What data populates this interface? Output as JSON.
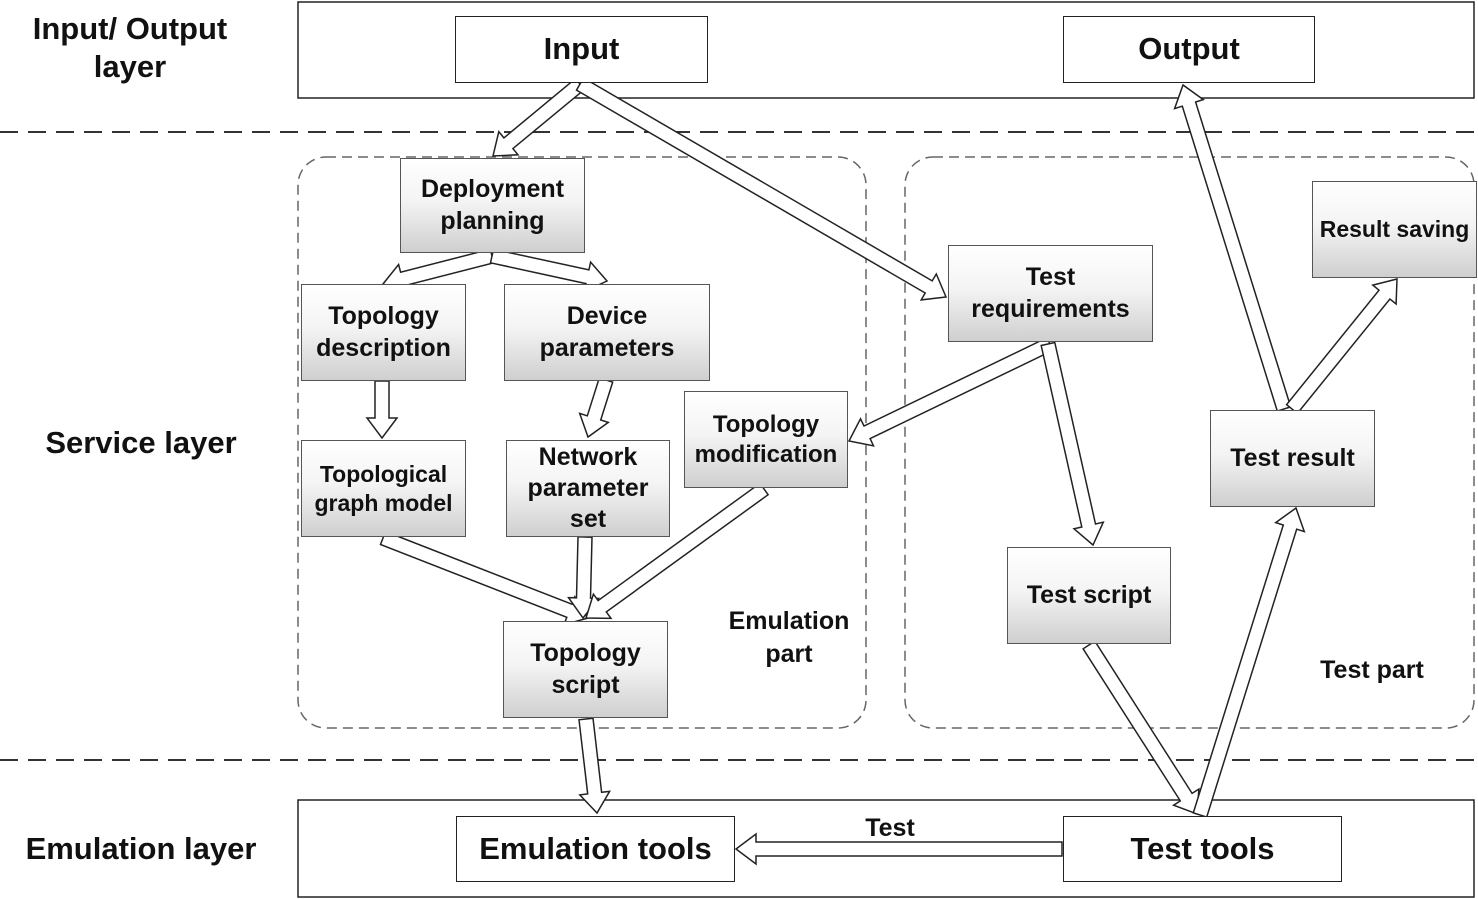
{
  "layers": {
    "io": "Input/ Output\nlayer",
    "service": "Service layer",
    "emulation": "Emulation layer"
  },
  "boxes": {
    "input": "Input",
    "output": "Output",
    "deployment_planning": "Deployment\nplanning",
    "topology_description": "Topology\ndescription",
    "device_parameters": "Device\nparameters",
    "topological_graph_model": "Topological\ngraph model",
    "network_parameter_set": "Network\nparameter\nset",
    "topology_modification": "Topology\nmodification",
    "topology_script": "Topology\nscript",
    "test_requirements": "Test\nrequirements",
    "test_script": "Test script",
    "test_result": "Test result",
    "result_saving": "Result saving",
    "emulation_tools": "Emulation tools",
    "test_tools": "Test tools"
  },
  "regions": {
    "emulation_part": "Emulation\npart",
    "test_part": "Test part"
  },
  "edge_labels": {
    "test": "Test"
  },
  "colors": {
    "line": "#222222",
    "dashed": "#333333",
    "box_border": "#555555"
  }
}
